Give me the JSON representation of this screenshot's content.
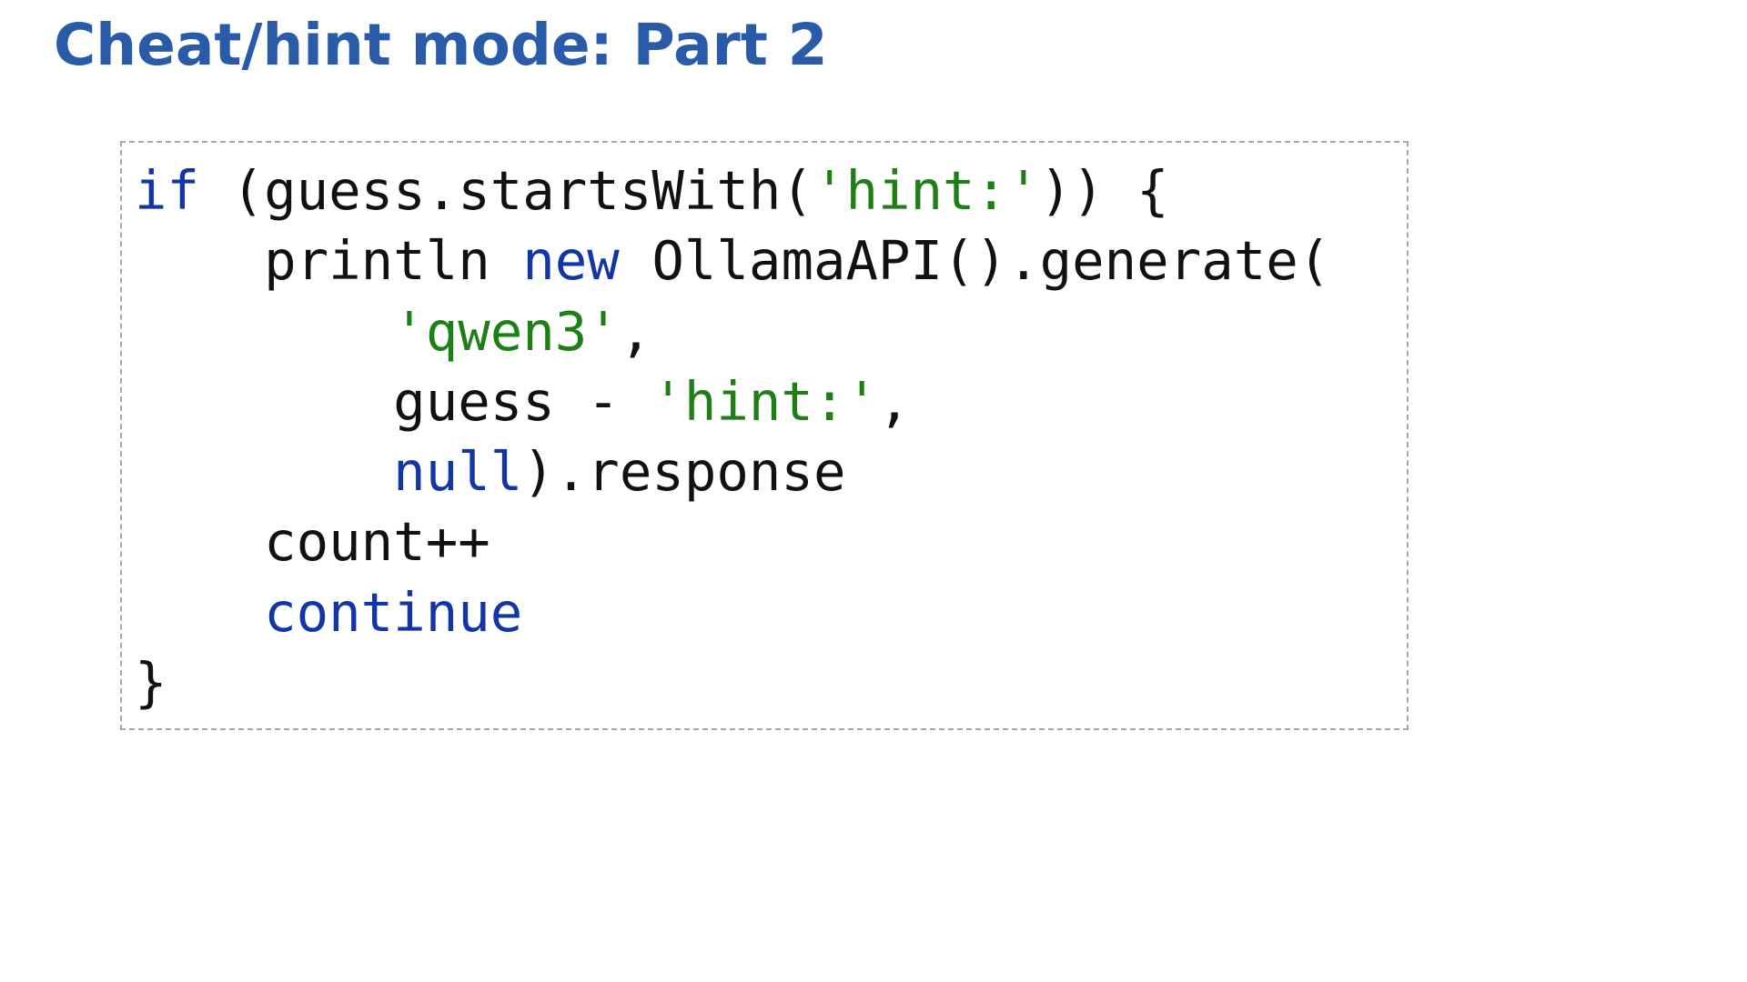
{
  "slide": {
    "title": "Cheat/hint mode: Part 2"
  },
  "colors": {
    "title": "#2a5ba8",
    "keyword": "#1236a6",
    "string": "#1e7f17",
    "text": "#111111",
    "border": "#a8a8a8"
  },
  "code": {
    "lines": [
      [
        {
          "type": "keyword",
          "text": "if"
        },
        {
          "type": "plain",
          "text": " (guess.startsWith("
        },
        {
          "type": "string",
          "text": "'hint:'"
        },
        {
          "type": "plain",
          "text": ")) {"
        }
      ],
      [
        {
          "type": "plain",
          "text": "    println "
        },
        {
          "type": "keyword",
          "text": "new"
        },
        {
          "type": "plain",
          "text": " OllamaAPI().generate("
        }
      ],
      [
        {
          "type": "plain",
          "text": "        "
        },
        {
          "type": "string",
          "text": "'qwen3'"
        },
        {
          "type": "plain",
          "text": ","
        }
      ],
      [
        {
          "type": "plain",
          "text": "        guess - "
        },
        {
          "type": "string",
          "text": "'hint:'"
        },
        {
          "type": "plain",
          "text": ","
        }
      ],
      [
        {
          "type": "plain",
          "text": "        "
        },
        {
          "type": "keyword",
          "text": "null"
        },
        {
          "type": "plain",
          "text": ").response"
        }
      ],
      [
        {
          "type": "plain",
          "text": "    count++"
        }
      ],
      [
        {
          "type": "plain",
          "text": "    "
        },
        {
          "type": "keyword",
          "text": "continue"
        }
      ],
      [
        {
          "type": "plain",
          "text": "}"
        }
      ]
    ]
  }
}
